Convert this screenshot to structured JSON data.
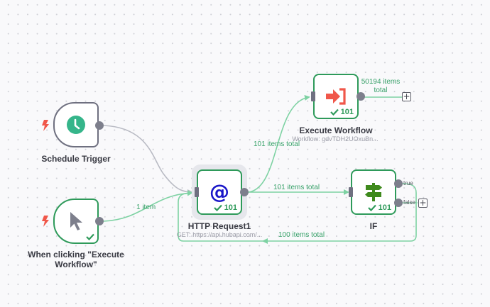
{
  "colors": {
    "success": "#2e9a5a",
    "edge_success": "#7ed2a3",
    "edge_default": "#b9bbc4",
    "trigger_bolt": "#f0574a",
    "schedule_icon": "#35b58a",
    "http_icon": "#1a17c9",
    "exec_icon": "#f0574a",
    "if_icon": "#3f8a1d"
  },
  "nodes": {
    "schedule_trigger": {
      "title": "Schedule Trigger",
      "icon": "clock-icon",
      "bolt_icon": "lightning-icon"
    },
    "manual_trigger": {
      "title": "When clicking \"Execute Workflow\"",
      "icon": "cursor-icon",
      "bolt_icon": "lightning-icon",
      "status": "success"
    },
    "http_request": {
      "title": "HTTP Request1",
      "subtitle": "GET: https://api.hubapi.com/...",
      "icon": "at-sign-icon",
      "status_count": "101"
    },
    "execute_workflow": {
      "title": "Execute Workflow",
      "subtitle": "Workflow: gdvTDH2UOxuBn...",
      "icon": "execute-workflow-icon",
      "status_count": "101"
    },
    "if_node": {
      "title": "IF",
      "icon": "signpost-icon",
      "status_count": "101",
      "outputs": [
        "true",
        "false"
      ]
    }
  },
  "edges": {
    "manual_to_http": "1 item",
    "http_to_exec": "101 items total",
    "http_to_if": "101 items total",
    "exec_output": "50194 items total",
    "if_true_loop": "100 items total"
  },
  "buttons": {
    "add_after_exec": "+",
    "add_after_if_false": "+"
  }
}
